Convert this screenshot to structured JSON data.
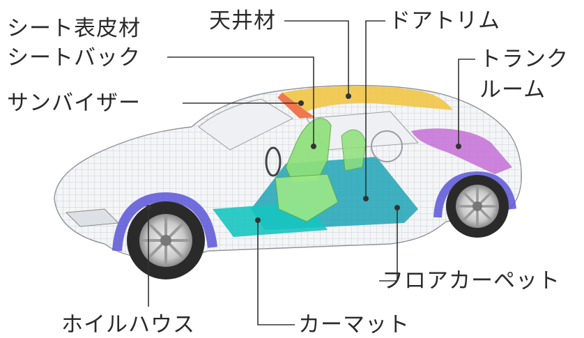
{
  "labels": {
    "seat_skin": "シート表皮材",
    "seat_back": "シートバック",
    "sun_visor": "サンバイザー",
    "headliner": "天井材",
    "door_trim": "ドアトリム",
    "trunk_line1": "トランク",
    "trunk_line2": "ルーム",
    "floor_carpet": "フロアカーペット",
    "car_mat": "カーマット",
    "wheel_house": "ホイルハウス"
  },
  "colors": {
    "headliner": "#f0c64a",
    "sun_visor": "#ee6a3a",
    "seat": "#8ee07a",
    "floor_carpet": "#1fa3b5",
    "car_mat": "#17c5c0",
    "trunk": "#c46fd6",
    "wheel_house": "#5a55d8",
    "leader_line": "#333333"
  }
}
